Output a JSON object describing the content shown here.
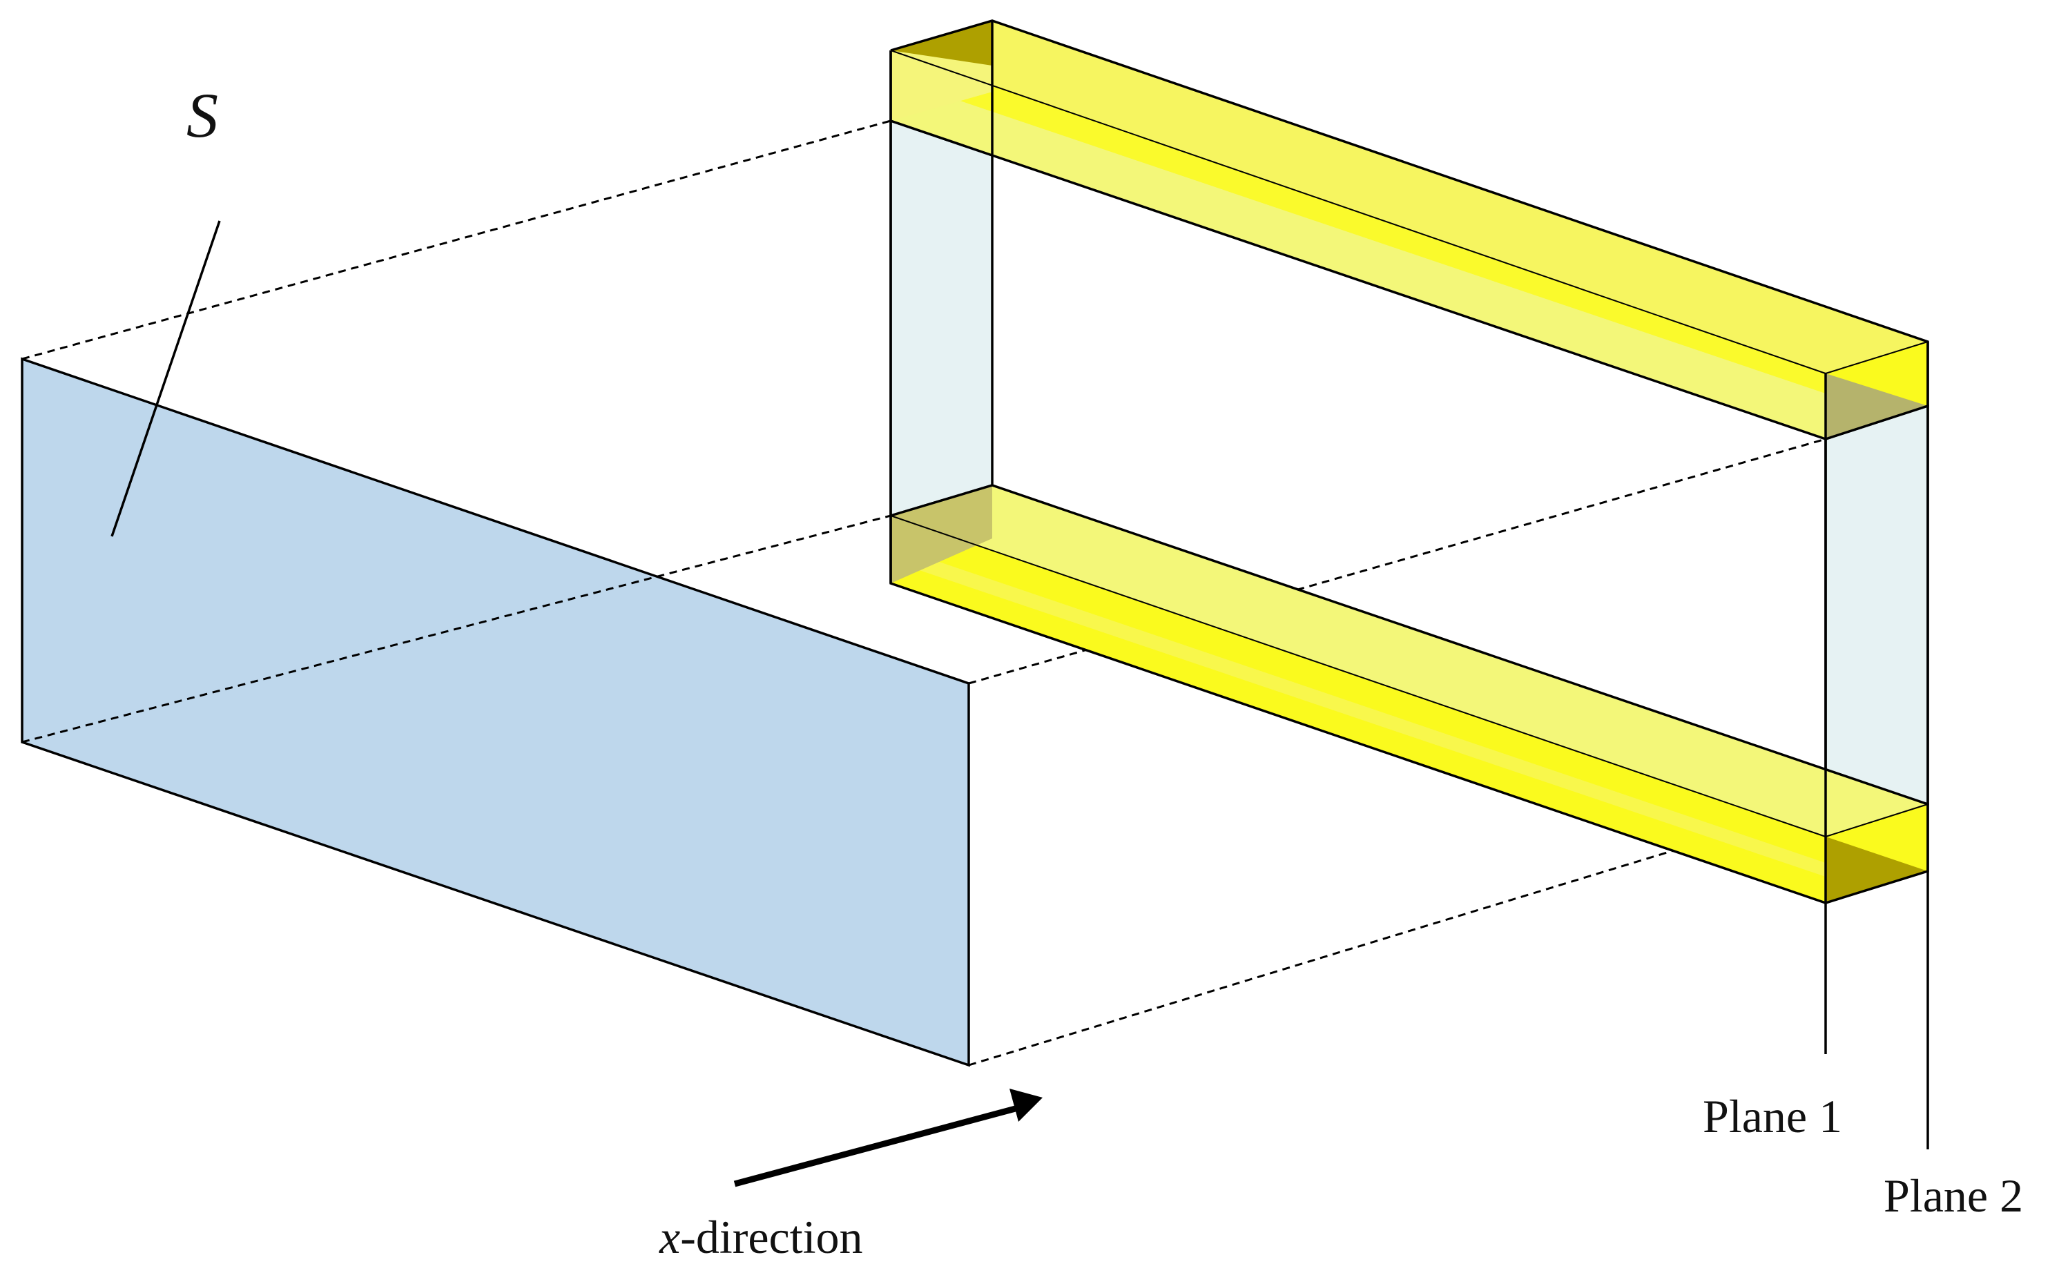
{
  "diagram": {
    "surface_label": "S",
    "plane1_label": "Plane 1",
    "plane2_label": "Plane 2",
    "direction_var": "x",
    "direction_suffix": "-direction"
  },
  "colors": {
    "surface_fill": "#bed7ec",
    "slab_yellow": "#fafa1e",
    "slab_light": "#f3f779",
    "slab_dark": "#aea000",
    "side_face": "#e6f2f3",
    "line": "#000000"
  }
}
